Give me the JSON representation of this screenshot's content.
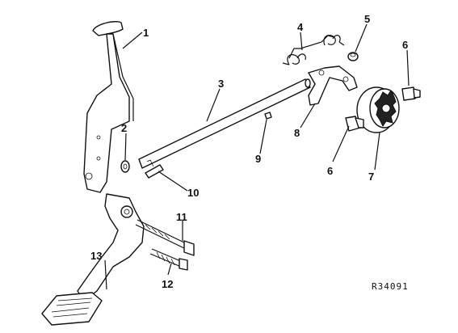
{
  "callouts": [
    {
      "id": "1",
      "text": "1"
    },
    {
      "id": "2",
      "text": "2"
    },
    {
      "id": "3",
      "text": "3"
    },
    {
      "id": "4",
      "text": "4"
    },
    {
      "id": "5",
      "text": "5"
    },
    {
      "id": "6a",
      "text": "6"
    },
    {
      "id": "6b",
      "text": "6"
    },
    {
      "id": "7",
      "text": "7"
    },
    {
      "id": "8",
      "text": "8"
    },
    {
      "id": "9",
      "text": "9"
    },
    {
      "id": "10",
      "text": "10"
    },
    {
      "id": "11",
      "text": "11"
    },
    {
      "id": "12",
      "text": "12"
    },
    {
      "id": "13",
      "text": "13"
    }
  ],
  "reference": "R34091"
}
